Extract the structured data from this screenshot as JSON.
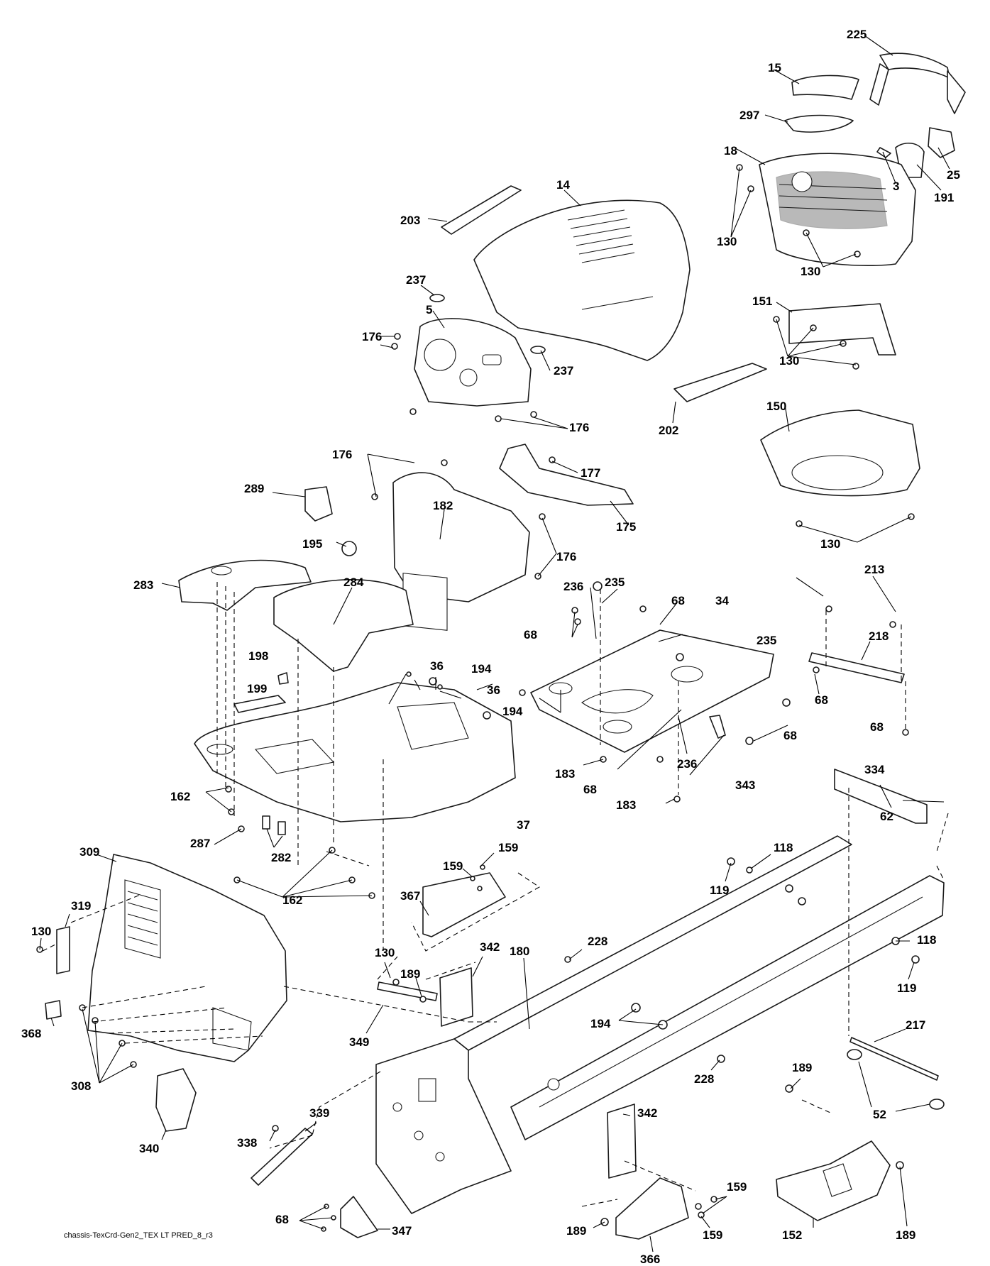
{
  "diagram": {
    "footer_label": "chassis-TexCrd-Gen2_TEX LT PRED_8_r3",
    "callouts": [
      {
        "id": "c225a",
        "text": "225"
      },
      {
        "id": "c15",
        "text": "15"
      },
      {
        "id": "c297",
        "text": "297"
      },
      {
        "id": "c18",
        "text": "18"
      },
      {
        "id": "c3",
        "text": "3"
      },
      {
        "id": "c25",
        "text": "25"
      },
      {
        "id": "c191",
        "text": "191"
      },
      {
        "id": "c130a",
        "text": "130"
      },
      {
        "id": "c130b",
        "text": "130"
      },
      {
        "id": "c203",
        "text": "203"
      },
      {
        "id": "c14",
        "text": "14"
      },
      {
        "id": "c237a",
        "text": "237"
      },
      {
        "id": "c5",
        "text": "5"
      },
      {
        "id": "c176a",
        "text": "176"
      },
      {
        "id": "c237b",
        "text": "237"
      },
      {
        "id": "c176b",
        "text": "176"
      },
      {
        "id": "c151",
        "text": "151"
      },
      {
        "id": "c130c",
        "text": "130"
      },
      {
        "id": "c202",
        "text": "202"
      },
      {
        "id": "c150",
        "text": "150"
      },
      {
        "id": "c176c",
        "text": "176"
      },
      {
        "id": "c177",
        "text": "177"
      },
      {
        "id": "c289",
        "text": "289"
      },
      {
        "id": "c182",
        "text": "182"
      },
      {
        "id": "c175",
        "text": "175"
      },
      {
        "id": "c130d",
        "text": "130"
      },
      {
        "id": "c195",
        "text": "195"
      },
      {
        "id": "c176d",
        "text": "176"
      },
      {
        "id": "c283",
        "text": "283"
      },
      {
        "id": "c284",
        "text": "284"
      },
      {
        "id": "c236a",
        "text": "236"
      },
      {
        "id": "c235a",
        "text": "235"
      },
      {
        "id": "c68a",
        "text": "68"
      },
      {
        "id": "c34",
        "text": "34"
      },
      {
        "id": "c213",
        "text": "213"
      },
      {
        "id": "c218",
        "text": "218"
      },
      {
        "id": "c68b",
        "text": "68"
      },
      {
        "id": "c235b",
        "text": "235"
      },
      {
        "id": "c198",
        "text": "198"
      },
      {
        "id": "c36a",
        "text": "36"
      },
      {
        "id": "c194a",
        "text": "194"
      },
      {
        "id": "c36b",
        "text": "36"
      },
      {
        "id": "c199",
        "text": "199"
      },
      {
        "id": "c194b",
        "text": "194"
      },
      {
        "id": "c68c",
        "text": "68"
      },
      {
        "id": "c68d",
        "text": "68"
      },
      {
        "id": "c68e",
        "text": "68"
      },
      {
        "id": "c236b",
        "text": "236"
      },
      {
        "id": "c343",
        "text": "343"
      },
      {
        "id": "c183a",
        "text": "183"
      },
      {
        "id": "c68f",
        "text": "68"
      },
      {
        "id": "c183b",
        "text": "183"
      },
      {
        "id": "c37",
        "text": "37"
      },
      {
        "id": "c162a",
        "text": "162"
      },
      {
        "id": "c287",
        "text": "287"
      },
      {
        "id": "c282",
        "text": "282"
      },
      {
        "id": "c334",
        "text": "334"
      },
      {
        "id": "c62",
        "text": "62"
      },
      {
        "id": "c309",
        "text": "309"
      },
      {
        "id": "c159a",
        "text": "159"
      },
      {
        "id": "c159b",
        "text": "159"
      },
      {
        "id": "c118a",
        "text": "118"
      },
      {
        "id": "c119a",
        "text": "119"
      },
      {
        "id": "c162b",
        "text": "162"
      },
      {
        "id": "c367",
        "text": "367"
      },
      {
        "id": "c130e",
        "text": "130"
      },
      {
        "id": "c319",
        "text": "319"
      },
      {
        "id": "c228a",
        "text": "228"
      },
      {
        "id": "c118b",
        "text": "118"
      },
      {
        "id": "c130f",
        "text": "130"
      },
      {
        "id": "c342a",
        "text": "342"
      },
      {
        "id": "c180",
        "text": "180"
      },
      {
        "id": "c189a",
        "text": "189"
      },
      {
        "id": "c119b",
        "text": "119"
      },
      {
        "id": "c194c",
        "text": "194"
      },
      {
        "id": "c368",
        "text": "368"
      },
      {
        "id": "c349",
        "text": "349"
      },
      {
        "id": "c217",
        "text": "217"
      },
      {
        "id": "c228b",
        "text": "228"
      },
      {
        "id": "c308",
        "text": "308"
      },
      {
        "id": "c189b",
        "text": "189"
      },
      {
        "id": "c52",
        "text": "52"
      },
      {
        "id": "c339",
        "text": "339"
      },
      {
        "id": "c342b",
        "text": "342"
      },
      {
        "id": "c338",
        "text": "338"
      },
      {
        "id": "c340",
        "text": "340"
      },
      {
        "id": "c159c",
        "text": "159"
      },
      {
        "id": "c68g",
        "text": "68"
      },
      {
        "id": "c347",
        "text": "347"
      },
      {
        "id": "c189c",
        "text": "189"
      },
      {
        "id": "c159d",
        "text": "159"
      },
      {
        "id": "c152",
        "text": "152"
      },
      {
        "id": "c189d",
        "text": "189"
      },
      {
        "id": "c366",
        "text": "366"
      }
    ]
  }
}
